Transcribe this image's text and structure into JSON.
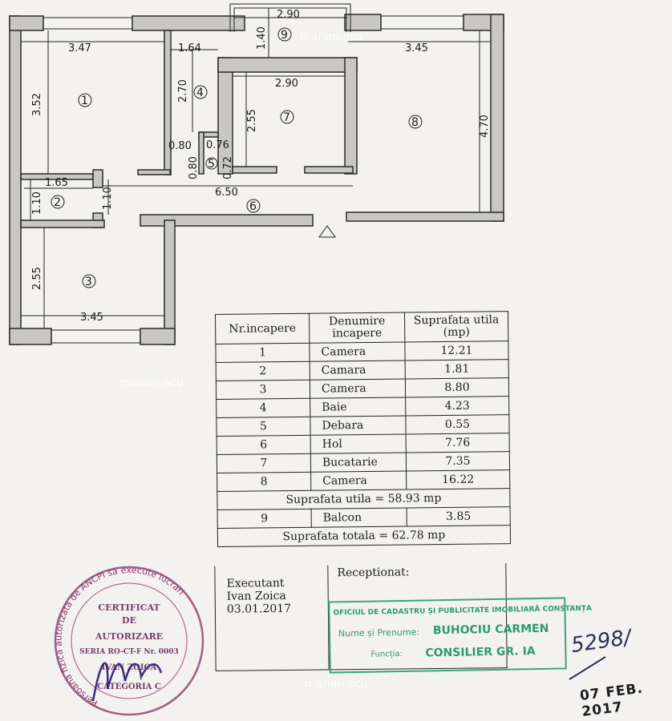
{
  "watermark": "marian.ocu",
  "plan": {
    "dimensions": {
      "r1_width": "3.47",
      "r1_height": "3.52",
      "r4_width": "1.64",
      "r4_height": "2.70",
      "r9_width": "2.90",
      "r9_depth": "1.40",
      "r8_width": "3.45",
      "r8_height": "4.70",
      "r7_width": "2.90",
      "r7_height": "2.55",
      "r5_a": "0.80",
      "r5_b": "0.76",
      "r5_c": "0.80",
      "r5_d": "0.72",
      "r2_width": "1.65",
      "r2_height": "1.10",
      "hall_depth": "1.10",
      "hall_width": "6.50",
      "r3_height": "2.55",
      "r3_width": "3.45"
    },
    "room_numbers": [
      "1",
      "2",
      "3",
      "4",
      "5",
      "6",
      "7",
      "8",
      "9"
    ]
  },
  "table": {
    "headers": [
      "Nr.incapere",
      "Denumire incapere",
      "Suprafata utila (mp)"
    ],
    "rows": [
      {
        "nr": "1",
        "name": "Camera",
        "area": "12.21"
      },
      {
        "nr": "2",
        "name": "Camara",
        "area": "1.81"
      },
      {
        "nr": "3",
        "name": "Camera",
        "area": "8.80"
      },
      {
        "nr": "4",
        "name": "Baie",
        "area": "4.23"
      },
      {
        "nr": "5",
        "name": "Debara",
        "area": "0.55"
      },
      {
        "nr": "6",
        "name": "Hol",
        "area": "7.76"
      },
      {
        "nr": "7",
        "name": "Bucatarie",
        "area": "7.35"
      },
      {
        "nr": "8",
        "name": "Camera",
        "area": "16.22"
      }
    ],
    "subtotal": "Suprafata utila = 58.93 mp",
    "balcony": {
      "nr": "9",
      "name": "Balcon",
      "area": "3.85"
    },
    "total": "Suprafata totala = 62.78 mp"
  },
  "signature": {
    "executant_label": "Executant",
    "executant_name": "Ivan Zoica",
    "executant_date": "03.01.2017",
    "receptionat_label": "Receptionat:"
  },
  "stamp_round": {
    "ring": "Persoana fizica autorizata de ANCPI sa execute lucrari",
    "l1": "CERTIFICAT",
    "l2": "DE",
    "l3": "AUTORIZARE",
    "l4": "SERIA RO-CT-F Nr. 0003",
    "l5": "IVAN ZOICA",
    "l6": "CATEGORIA C"
  },
  "stamp_ocpi": {
    "office": "OFICIUL DE CADASTRU ȘI PUBLICITATE IMOBILIARĂ CONSTANȚA",
    "name_label": "Nume și Prenume:",
    "name": "BUHOCIU CARMEN",
    "role_label": "Funcția:",
    "role": "CONSILIER GR. IA"
  },
  "handwritten_number": "5298/",
  "date_stamp": "07 FEB. 2017",
  "colors": {
    "wall": "#c9c7c4",
    "stamp_round": "#8a3a6a",
    "stamp_ocpi": "#2f9a72"
  }
}
